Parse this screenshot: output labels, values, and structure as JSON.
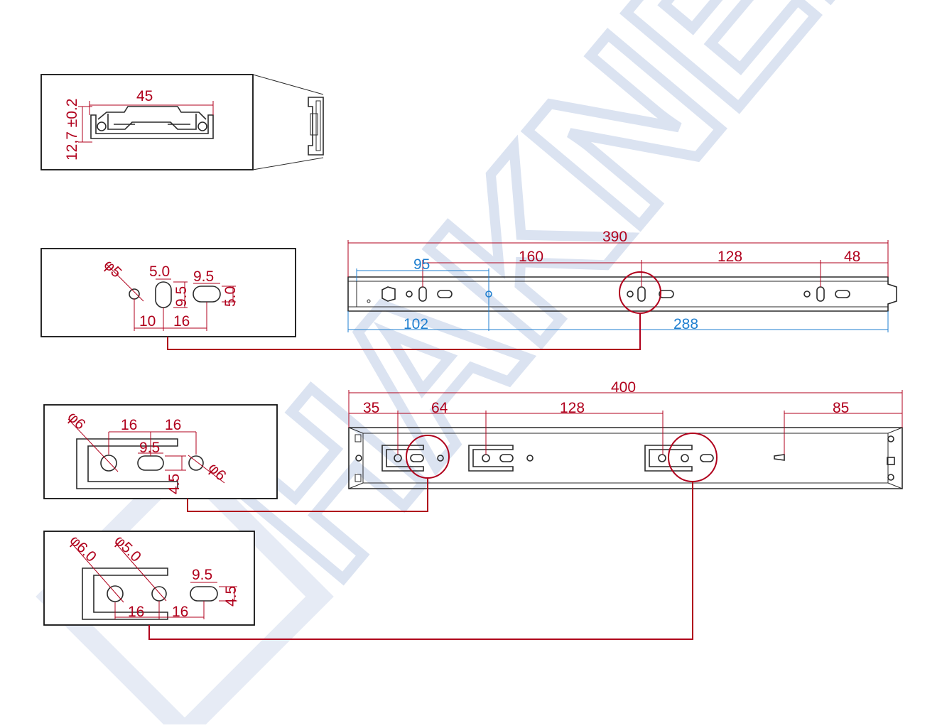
{
  "watermark": {
    "text": "HAKNER",
    "color": "#dbe3f1"
  },
  "colors": {
    "dimension": "#b0001c",
    "dimension_alt": "#1f7fd0",
    "outline": "#2a2a2a"
  },
  "profile_detail": {
    "width": "45",
    "height": "12,7 ±0.2"
  },
  "inner_hole_detail": {
    "dia": "φ5",
    "slot_w": "5.0",
    "slot_h": "9.5",
    "slot2_w": "9.5",
    "slot2_h": "5.0",
    "d1": "10",
    "d2": "16"
  },
  "inner_member": {
    "overall": "390",
    "d95": "95",
    "d160": "160",
    "d128": "128",
    "d48": "48",
    "d102": "102",
    "d288": "288"
  },
  "outer_detail_a": {
    "dia_left": "φ6",
    "d16a": "16",
    "d16b": "16",
    "slot": "9.5",
    "slot_h": "4.5",
    "dia_right": "φ6"
  },
  "outer_member": {
    "overall": "400",
    "d35": "35",
    "d64": "64",
    "d128": "128",
    "d85": "85"
  },
  "outer_detail_b": {
    "dia_a": "φ6.0",
    "dia_b": "φ5.0",
    "slot": "9.5",
    "slot_h": "4.5",
    "d16a": "16",
    "d16b": "16"
  }
}
